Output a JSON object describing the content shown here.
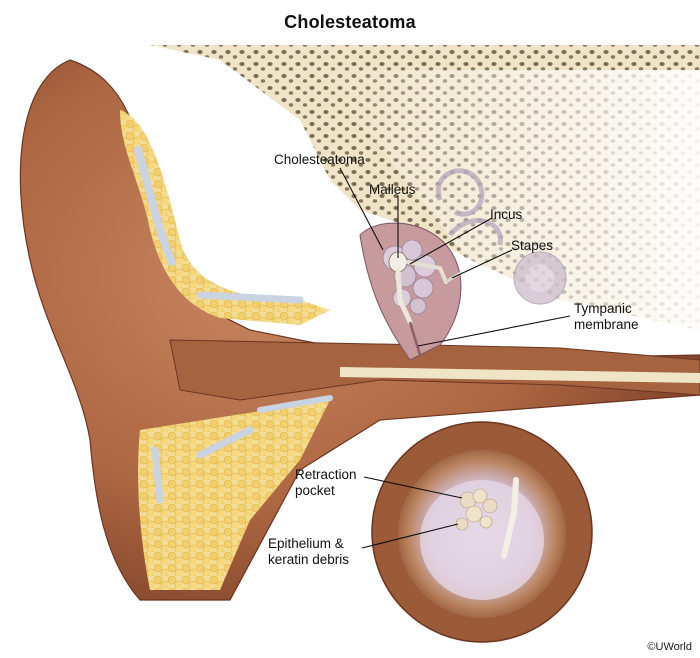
{
  "title": "Cholesteatoma",
  "labels": {
    "cholesteatoma": "Cholesteatoma",
    "malleus": "Malleus",
    "incus": "Incus",
    "stapes": "Stapes",
    "tympanic": "Tympanic\nmembrane",
    "retraction": "Retraction\npocket",
    "epithelium": "Epithelium &\nkeratin debris"
  },
  "credit": "©UWorld",
  "colors": {
    "skin": "#b06a45",
    "skin_dark": "#7d4128",
    "bone": "#efe4c6",
    "bone_pores": "#7c6a58",
    "fat": "#f1d27a",
    "cartilage": "#c9d3e2",
    "cholesteatoma": "#d8c7d6",
    "inner_ear": "#cbbccc"
  }
}
